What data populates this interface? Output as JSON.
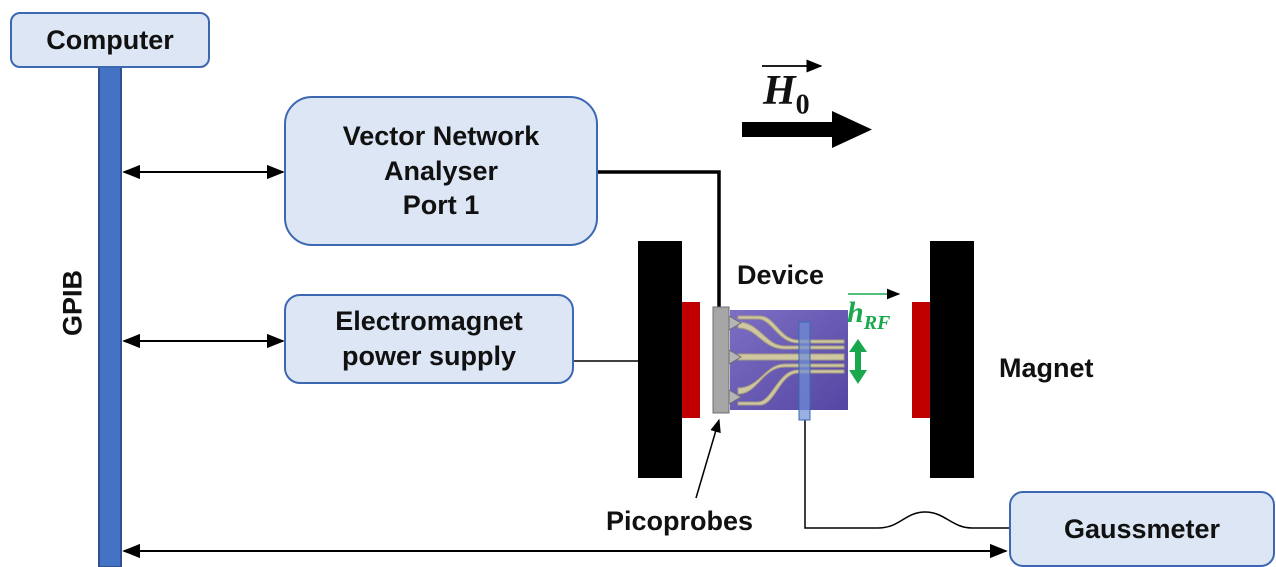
{
  "boxes": {
    "computer": "Computer",
    "vna": [
      "Vector Network",
      "Analyser",
      "Port 1"
    ],
    "power_supply": [
      "Electromagnet",
      "power supply"
    ],
    "gaussmeter": "Gaussmeter"
  },
  "labels": {
    "bus": "GPIB",
    "device": "Device",
    "magnet": "Magnet",
    "probes": "Picoprobes"
  },
  "fields": {
    "h0_symbol": "H",
    "h0_subscript": "0",
    "hrf_symbol": "h",
    "hrf_subscript": "RF"
  },
  "colors": {
    "box_fill": "#dce6f4",
    "box_border": "#3c68b2",
    "bus": "#4472c4",
    "magnet_body": "#000000",
    "pole_piece": "#c00000",
    "probe": "#a6a6a6",
    "device": "#6b5fb3",
    "field_rf": "#1aa84e"
  },
  "icons": {
    "static_field_arrow": "h0-arrow-icon",
    "rf_field_arrow": "hrf-double-arrow-icon"
  }
}
